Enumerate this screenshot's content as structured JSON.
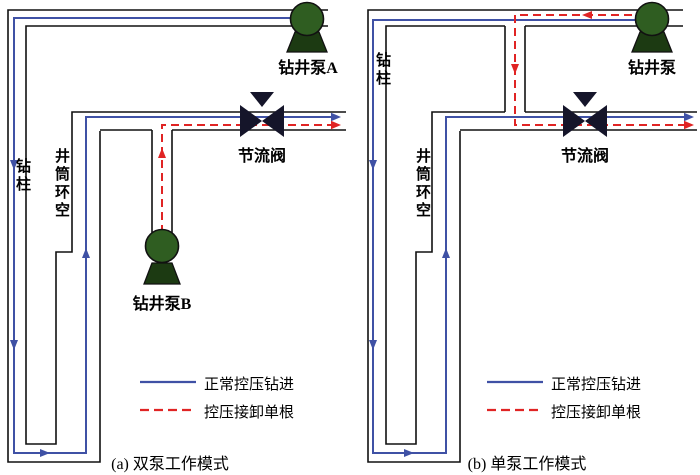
{
  "figure": {
    "panels": [
      {
        "caption": "(a) 双泵工作模式",
        "pump_top": "钻井泵A",
        "pump_bottom": "钻井泵B",
        "valve": "节流阀",
        "drill_string": "钻柱",
        "annulus": "井筒环空",
        "legend": {
          "normal": "正常控压钻进",
          "connection": "控压接卸单根"
        }
      },
      {
        "caption": "(b) 单泵工作模式",
        "pump_top": "钻井泵",
        "valve": "节流阀",
        "drill_string": "钻柱",
        "annulus": "井筒环空",
        "legend": {
          "normal": "正常控压钻进",
          "connection": "控压接卸单根"
        }
      }
    ],
    "colors": {
      "normal_flow": "#3f51a5",
      "connection_flow": "#e02424",
      "pump_body": "#2f5d21",
      "pipe_outline": "#111111"
    }
  }
}
